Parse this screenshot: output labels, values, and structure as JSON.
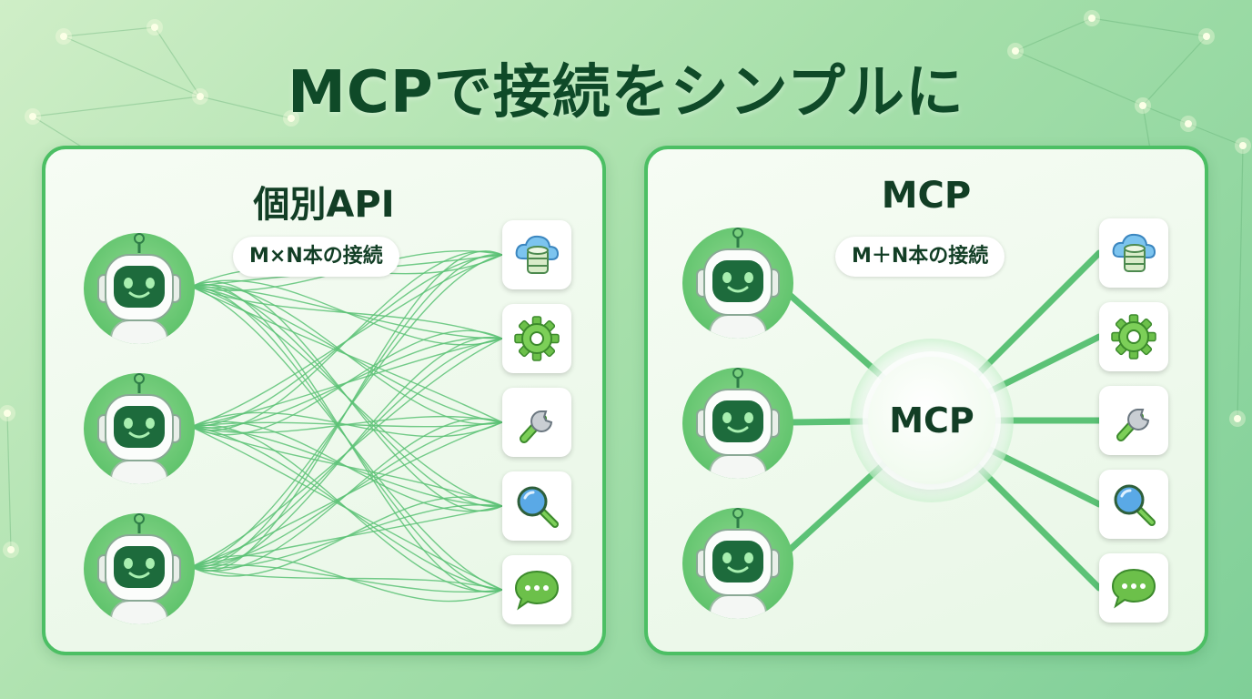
{
  "title": "MCPで接続をシンプルに",
  "left_panel": {
    "title": "個別API",
    "pill": "M×N本の接続"
  },
  "right_panel": {
    "title": "MCP",
    "pill": "M＋N本の接続",
    "hub_label": "MCP"
  },
  "tools": [
    {
      "icon": "cloud-database-icon"
    },
    {
      "icon": "gear-icon"
    },
    {
      "icon": "wrench-icon"
    },
    {
      "icon": "magnifier-icon"
    },
    {
      "icon": "chat-bubble-icon"
    }
  ],
  "robots": [
    {
      "icon": "robot-icon"
    },
    {
      "icon": "robot-icon"
    },
    {
      "icon": "robot-icon"
    }
  ],
  "colors": {
    "accent": "#4cbf64",
    "line": "#5cc276",
    "dark_text": "#123e25",
    "robot_face": "#1d6b3c"
  }
}
